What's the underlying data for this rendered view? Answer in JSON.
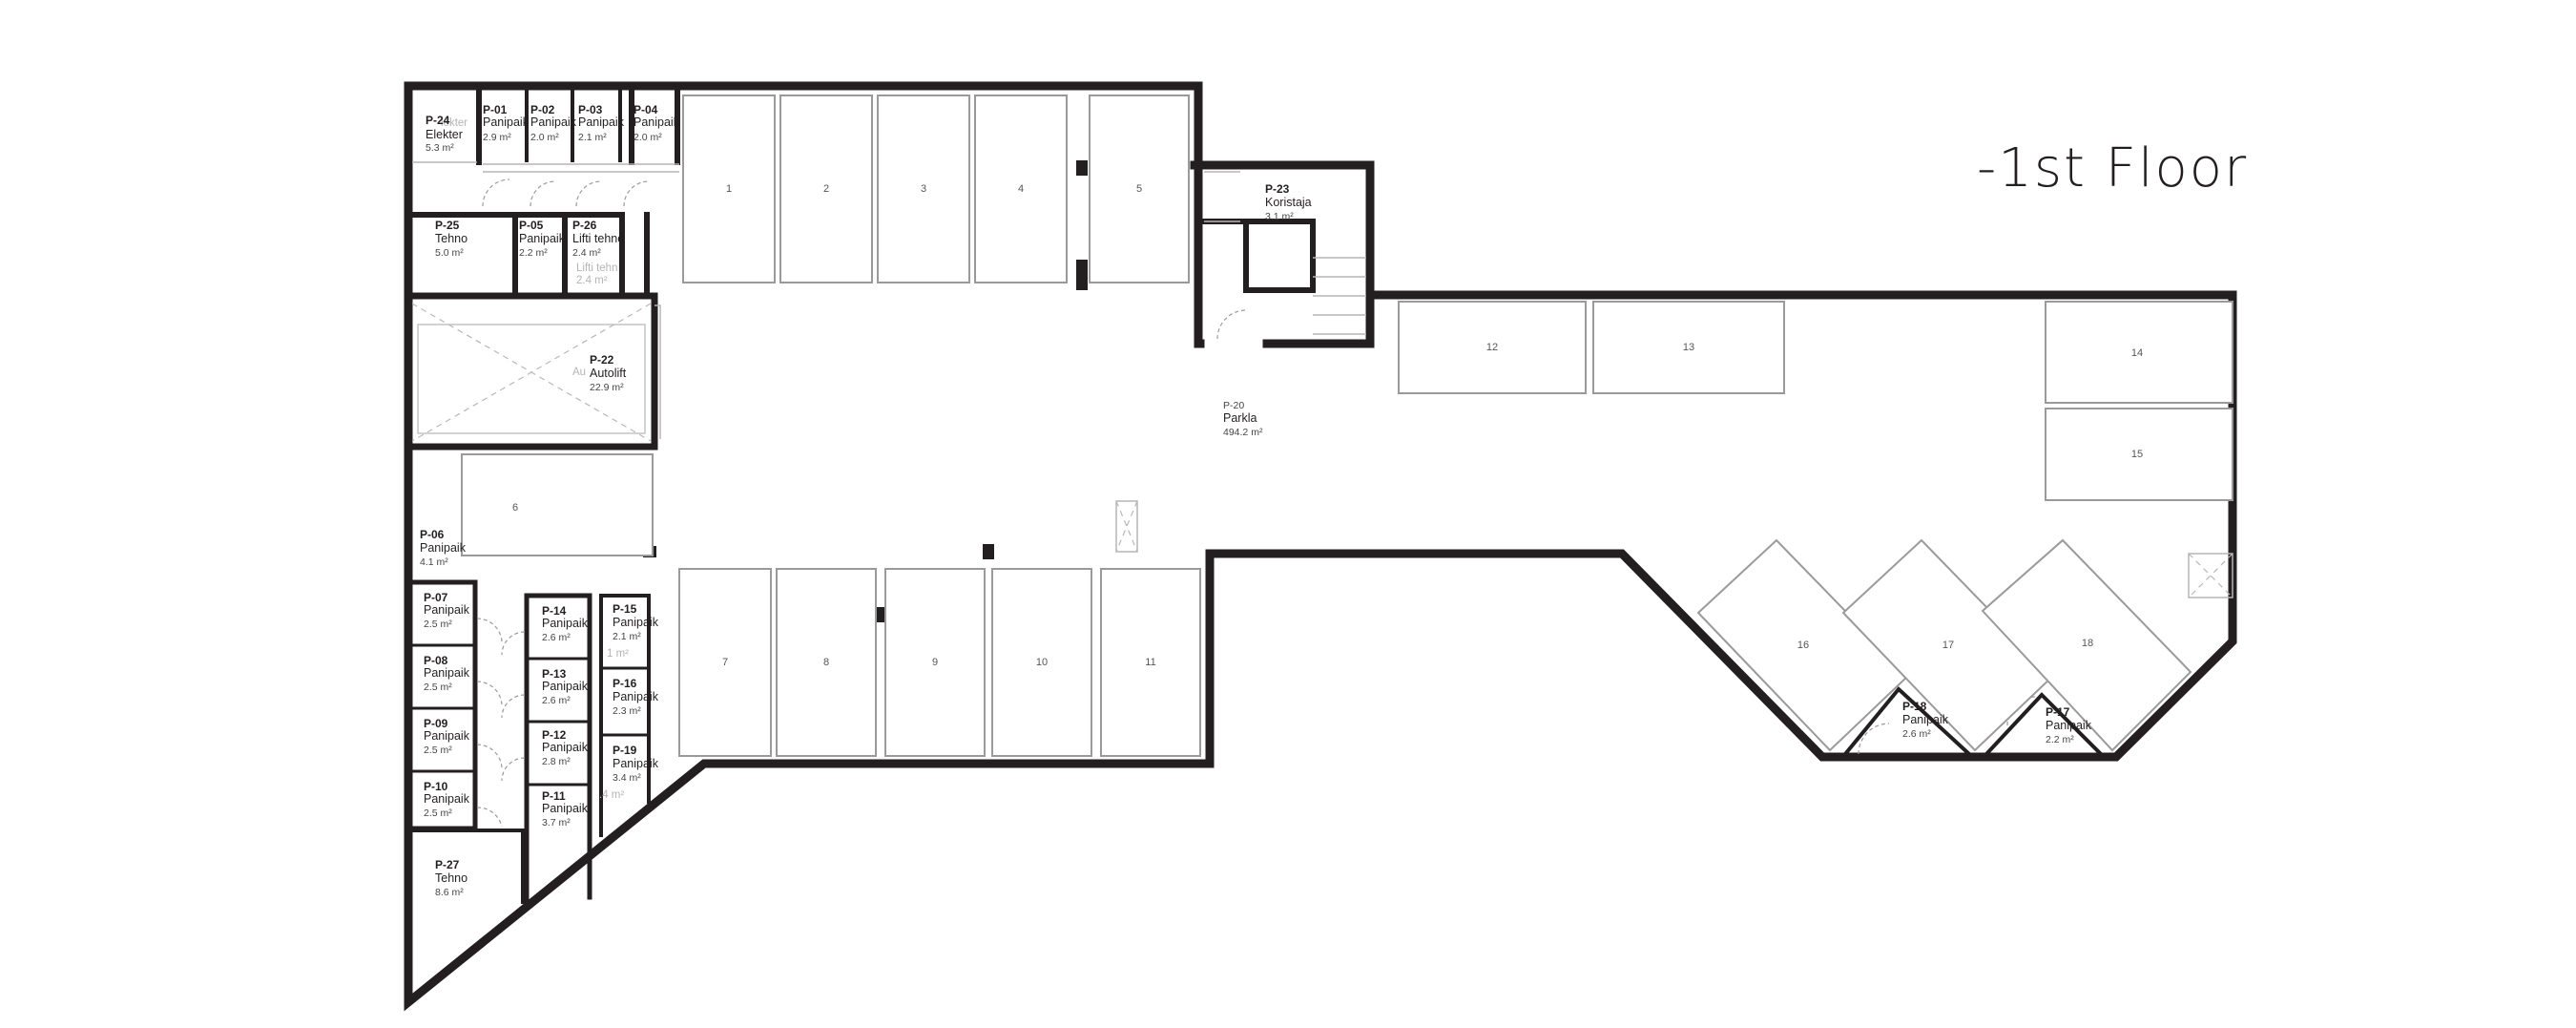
{
  "floor_title": "-1st Floor",
  "colors": {
    "wall": "#231f20",
    "bay_outline": "#9a9a9a",
    "background": "#ffffff"
  },
  "bays": {
    "b1": "1",
    "b2": "2",
    "b3": "3",
    "b4": "4",
    "b5": "5",
    "b6": "6",
    "b7": "7",
    "b8": "8",
    "b9": "9",
    "b10": "10",
    "b11": "11",
    "b12": "12",
    "b13": "13",
    "b14": "14",
    "b15": "15",
    "b16": "16",
    "b17": "17",
    "b18": "18"
  },
  "rooms": {
    "p24": {
      "id": "P-24",
      "name": "Elekter",
      "area": "5.3 m²",
      "ghost": "lekter"
    },
    "p01": {
      "id": "P-01",
      "name": "Panipaik",
      "area": "2.9 m²"
    },
    "p02": {
      "id": "P-02",
      "name": "Panipaik",
      "area": "2.0 m²"
    },
    "p03": {
      "id": "P-03",
      "name": "Panipaik",
      "area": "2.1 m²"
    },
    "p04": {
      "id": "P-04",
      "name": "Panipaik",
      "area": "2.0 m²"
    },
    "p25": {
      "id": "P-25",
      "name": "Tehno",
      "area": "5.0 m²"
    },
    "p05": {
      "id": "P-05",
      "name": "Panipaik",
      "area": "2.2 m²"
    },
    "p26": {
      "id": "P-26",
      "name": "Lifti tehno",
      "area": "2.4 m²",
      "ghost": "Lifti tehn",
      "ghost_area": "2.4 m²"
    },
    "p22": {
      "id": "P-22",
      "name": "Autolift",
      "area": "22.9 m²",
      "ghost": "Au"
    },
    "p23": {
      "id": "P-23",
      "name": "Koristaja",
      "area": "3.1 m²"
    },
    "p20": {
      "id": "P-20",
      "name": "Parkla",
      "area": "494.2 m²"
    },
    "p06": {
      "id": "P-06",
      "name": "Panipaik",
      "area": "4.1 m²"
    },
    "p07": {
      "id": "P-07",
      "name": "Panipaik",
      "area": "2.5 m²"
    },
    "p08": {
      "id": "P-08",
      "name": "Panipaik",
      "area": "2.5 m²"
    },
    "p09": {
      "id": "P-09",
      "name": "Panipaik",
      "area": "2.5 m²"
    },
    "p10": {
      "id": "P-10",
      "name": "Panipaik",
      "area": "2.5 m²"
    },
    "p14": {
      "id": "P-14",
      "name": "Panipaik",
      "area": "2.6 m²"
    },
    "p13": {
      "id": "P-13",
      "name": "Panipaik",
      "area": "2.6 m²"
    },
    "p12": {
      "id": "P-12",
      "name": "Panipaik",
      "area": "2.8 m²"
    },
    "p11": {
      "id": "P-11",
      "name": "Panipaik",
      "area": "3.7 m²"
    },
    "p15": {
      "id": "P-15",
      "name": "Panipaik",
      "area": "2.1 m²",
      "ghost_area": "1 m²"
    },
    "p16": {
      "id": "P-16",
      "name": "Panipaik",
      "area": "2.3 m²"
    },
    "p19": {
      "id": "P-19",
      "name": "Panipaik",
      "area": "3.4 m²",
      "ghost_area": ".4 m²"
    },
    "p27": {
      "id": "P-27",
      "name": "Tehno",
      "area": "8.6 m²"
    },
    "p18": {
      "id": "P-18",
      "name": "Panipaik",
      "area": "2.6 m²"
    },
    "p17": {
      "id": "P-17",
      "name": "Panipaik",
      "area": "2.2 m²"
    }
  }
}
